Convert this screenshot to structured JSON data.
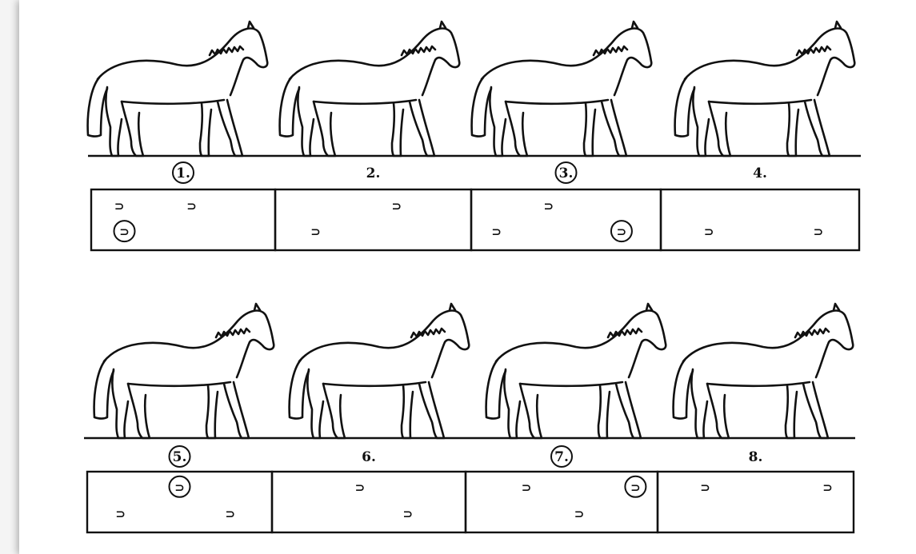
{
  "strips": [
    {
      "frames": [
        {
          "label": "1.",
          "circled": true,
          "prints": [
            {
              "circled": false
            },
            {
              "circled": false
            },
            {
              "circled": true
            }
          ]
        },
        {
          "label": "2.",
          "circled": false,
          "prints": [
            {
              "circled": false
            },
            {
              "circled": false
            }
          ]
        },
        {
          "label": "3.",
          "circled": true,
          "prints": [
            {
              "circled": false
            },
            {
              "circled": false
            },
            {
              "circled": true
            }
          ]
        },
        {
          "label": "4.",
          "circled": false,
          "prints": [
            {
              "circled": false
            },
            {
              "circled": false
            }
          ]
        }
      ]
    },
    {
      "frames": [
        {
          "label": "5.",
          "circled": true,
          "prints": [
            {
              "circled": true
            },
            {
              "circled": false
            },
            {
              "circled": false
            }
          ]
        },
        {
          "label": "6.",
          "circled": false,
          "prints": [
            {
              "circled": false
            },
            {
              "circled": false
            }
          ]
        },
        {
          "label": "7.",
          "circled": true,
          "prints": [
            {
              "circled": false
            },
            {
              "circled": true
            },
            {
              "circled": false
            }
          ]
        },
        {
          "label": "8.",
          "circled": false,
          "prints": [
            {
              "circled": false
            },
            {
              "circled": false
            }
          ]
        }
      ]
    }
  ],
  "hoof_glyph": "⊃",
  "colors": {
    "ink": "#111111",
    "paper": "#ffffff"
  }
}
